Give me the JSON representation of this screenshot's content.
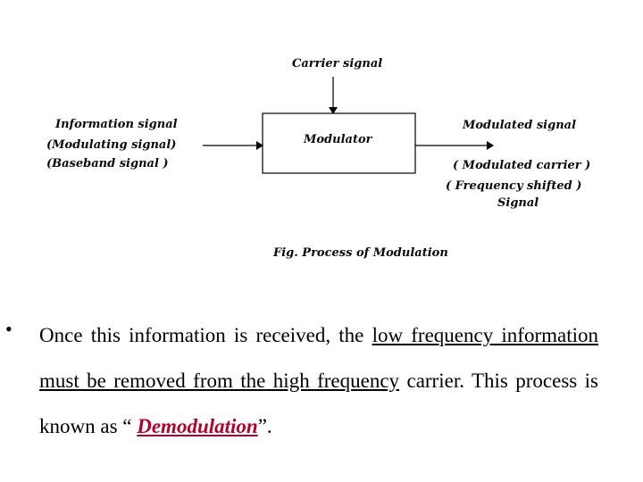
{
  "diagram": {
    "carrier_signal": "Carrier signal",
    "modulator": "Modulator",
    "input_labels": {
      "line1": "Information signal",
      "line2": "(Modulating signal)",
      "line3": "(Baseband signal   )"
    },
    "output_labels": {
      "line1": "Modulated signal",
      "line2": "( Modulated carrier )",
      "line3": "( Frequency shifted )",
      "line4": "Signal"
    },
    "caption": "Fig. Process of Modulation"
  },
  "bullet": {
    "marker": "•",
    "part1": "Once this information is received, the ",
    "part2": "low frequency information must be removed from the high frequency",
    "part3": " carrier. This process is known as “ ",
    "part4": "Demodulation",
    "part5": "”."
  }
}
